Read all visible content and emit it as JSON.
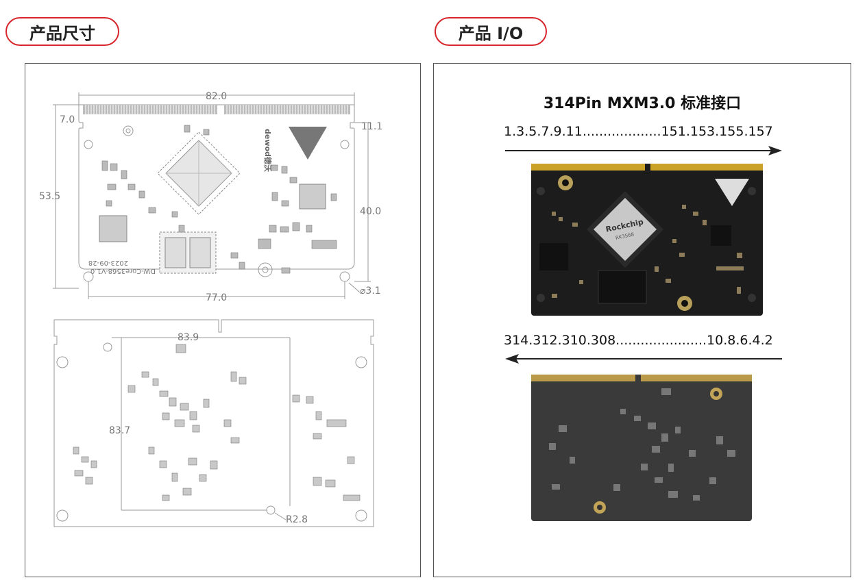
{
  "header": {
    "size_title": "产品尺寸",
    "io_title": "产品 I/O"
  },
  "dimensions": {
    "width_top": "82.0",
    "offset_left": "7.0",
    "offset_right": "11.1",
    "height_left": "53.5",
    "height_right": "40.0",
    "width_bottom": "77.0",
    "hole_diameter": "⌀3.1",
    "bottom_width": "83.9",
    "bottom_height": "83.7",
    "corner_radius": "R2.8"
  },
  "board_markings": {
    "brand": "dewod德沃",
    "date": "2023-09-28",
    "model": "DW-Core3568-V1.0",
    "chip_brand": "Rockchip",
    "chip_model": "RK3568"
  },
  "io": {
    "title": "314Pin   MXM3.0 标准接口",
    "pins_top": "1.3.5.7.9.11...................151.153.155.157",
    "pins_bottom": "314.312.310.308......................10.8.6.4.2"
  },
  "colors": {
    "accent": "#d7262c",
    "pcb": "#1c1c1c",
    "gold": "#c9a227"
  }
}
